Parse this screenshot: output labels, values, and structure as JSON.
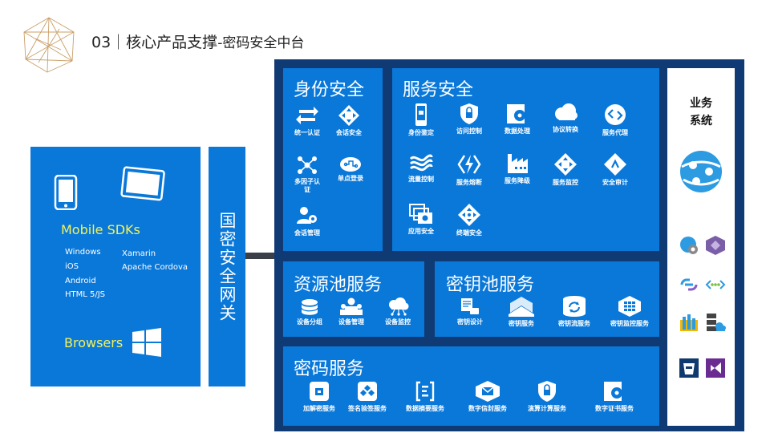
{
  "slide": {
    "title_main": "03｜核心产品支撑",
    "title_sub": "-密码安全中台"
  },
  "client": {
    "mobile_title": "Mobile SDKs",
    "platforms_left": [
      "Windows",
      "iOS",
      "Android",
      "HTML 5/JS"
    ],
    "platforms_right": [
      "Xamarin",
      "Apache Cordova"
    ],
    "browsers": "Browsers"
  },
  "gateway": {
    "label": "国密安全网关"
  },
  "identity": {
    "title": "身份安全",
    "items": [
      "统一认证",
      "会话安全",
      "多因子认证",
      "单点登录",
      "会话管理"
    ]
  },
  "service": {
    "title": "服务安全",
    "items": [
      "身份鉴定",
      "访问控制",
      "数据处理",
      "协议转换",
      "服务代理",
      "流量控制",
      "服务熔断",
      "服务降级",
      "服务监控",
      "安全审计",
      "应用安全",
      "终端安全"
    ]
  },
  "resource": {
    "title": "资源池服务",
    "items": [
      "设备分组",
      "设备管理",
      "设备监控"
    ]
  },
  "keypool": {
    "title": "密钥池服务",
    "items": [
      "密钥设计",
      "密钥服务",
      "密钥流服务",
      "密钥监控服务"
    ]
  },
  "crypto": {
    "title": "密码服务",
    "items": [
      "加解密服务",
      "签名验签服务",
      "数据摘要服务",
      "数字信封服务",
      "演算计算服务",
      "数字证书服务"
    ]
  },
  "business": {
    "title_line1": "业务",
    "title_line2": "系统"
  },
  "colors": {
    "blue": "#0a78d9",
    "navy": "#103a73",
    "yellow": "#f4f25a"
  }
}
